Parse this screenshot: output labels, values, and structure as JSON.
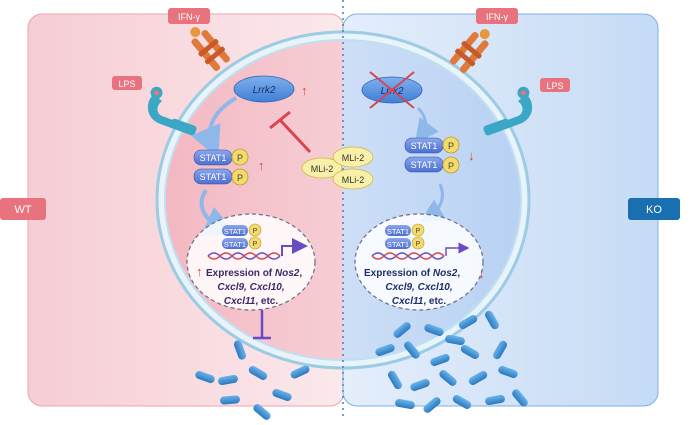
{
  "labels": {
    "wt": "WT",
    "ko": "KO",
    "ifn_left": "IFN-γ",
    "ifn_right": "IFN-γ",
    "lps_left": "LPS",
    "lps_right": "LPS",
    "lrrk2_left": "Lrrk2",
    "lrrk2_right": "Lrrk2",
    "mli2": "MLi-2",
    "stat1": "STAT1",
    "p": "P"
  },
  "expression": {
    "prefix": "Expression of ",
    "gene_main": "Nos2",
    "line2": "Cxcl9, Cxcl10,",
    "gene_last": "Cxcl11",
    "suffix": ", etc."
  },
  "arrows": {
    "up": "↑",
    "down": "↓"
  },
  "colors": {
    "wt_bg": "#f7d3d9",
    "ko_bg": "#cfe1f7",
    "wt_badge": "#e8737f",
    "ko_badge": "#1a6fb0",
    "lrrk2": "#4a89dc",
    "stat1": "#5a7bd8",
    "phospho": "#f4d96b",
    "mli2": "#f8f0a8",
    "inhibit": "#d94a4a",
    "bacteria": "#3d8fd1",
    "receptor_ifn": "#e07a3a",
    "receptor_lps": "#3aa7c4"
  }
}
